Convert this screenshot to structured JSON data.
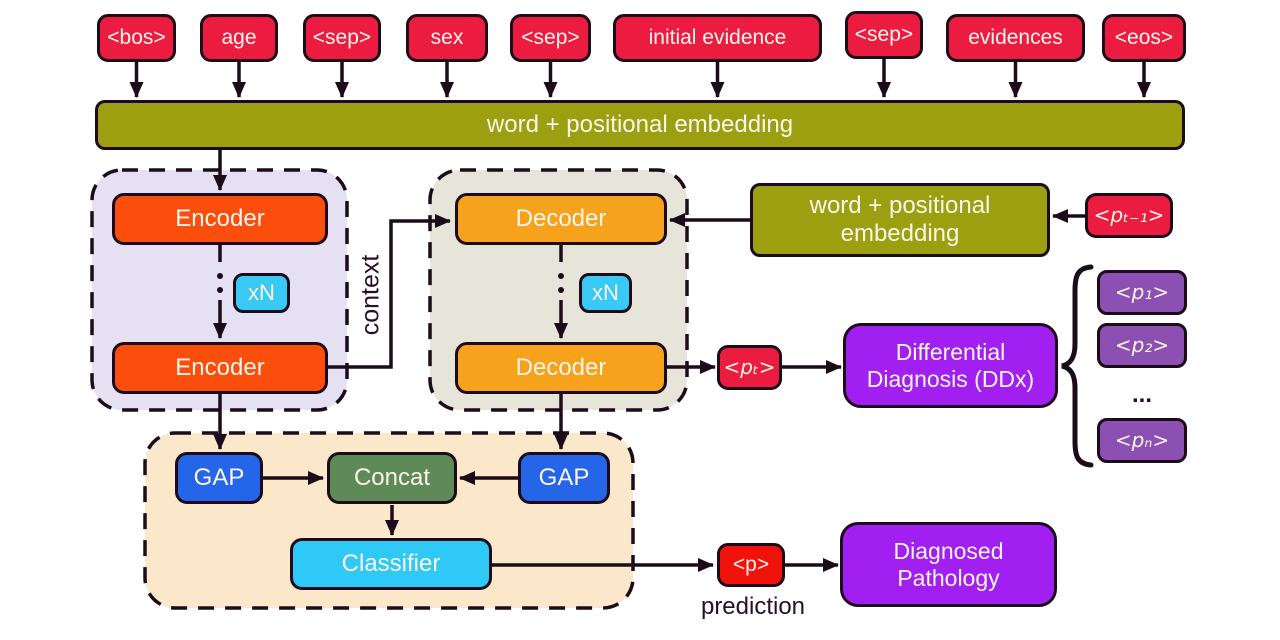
{
  "tokens": [
    "<bos>",
    "age",
    "<sep>",
    "sex",
    "<sep>",
    "initial evidence",
    "<sep>",
    "evidences",
    "<eos>"
  ],
  "embedding_bar": {
    "label": "word + positional embedding"
  },
  "encoder_stack": {
    "top": "Encoder",
    "bottom": "Encoder",
    "repeat_badge": "xN"
  },
  "decoder_stack": {
    "top": "Decoder",
    "bottom": "Decoder",
    "repeat_badge": "xN"
  },
  "context": {
    "label": "context"
  },
  "decoder_input": {
    "embedding_label": "word + positional\nembedding",
    "prev_token": "<pₜ₋₁>"
  },
  "ddx": {
    "token": "<pₜ>",
    "box_label": "Differential\nDiagnosis (DDx)",
    "outputs": [
      "<p₁>",
      "<p₂>",
      "<pₙ>"
    ],
    "ellipsis": "..."
  },
  "classifier_head": {
    "gap_left": "GAP",
    "concat": "Concat",
    "gap_right": "GAP",
    "classifier": "Classifier"
  },
  "final_prediction": {
    "token": "<p>",
    "caption": "prediction",
    "box_label": "Diagnosed\nPathology"
  },
  "colors": {
    "token_red": "#ec1c40",
    "prediction_red": "#f2120c",
    "olive": "#9c9f10",
    "encoder_orange": "#fb4d0c",
    "decoder_amber": "#f6a21c",
    "repeat_cyan": "#38c9f4",
    "classifier_cyan": "#2ec9f7",
    "gap_blue": "#2565e8",
    "concat_green": "#5d8a57",
    "ddx_purple": "#a21ff2",
    "output_purple": "#8c50b2",
    "encoder_container": "#e6e1f2",
    "decoder_container": "#e7e4d9",
    "head_container": "#fbe7c9",
    "line": "#1c0b1a"
  }
}
